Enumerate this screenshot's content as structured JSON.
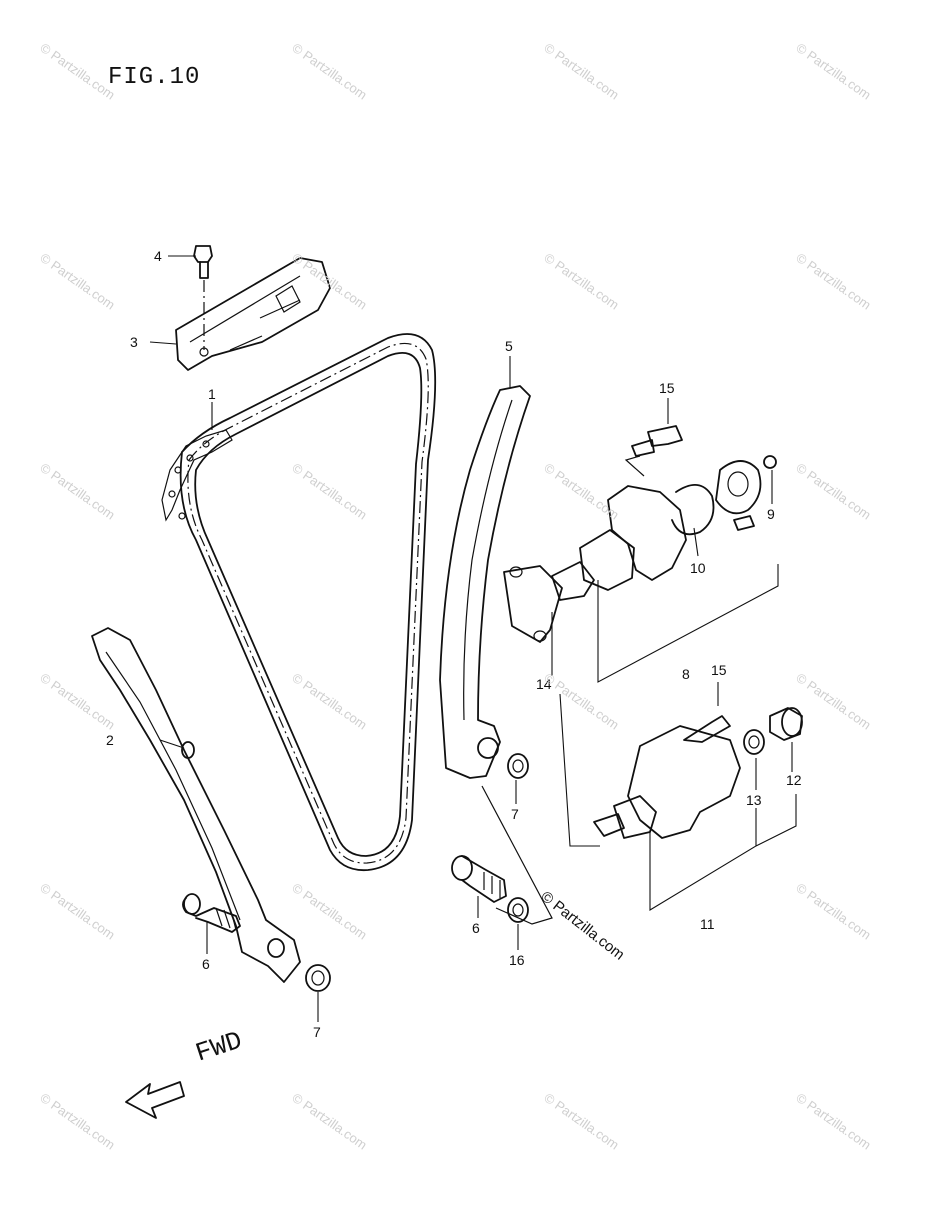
{
  "figure": {
    "title": "FIG.10"
  },
  "callouts": [
    {
      "id": "c4",
      "text": "4"
    },
    {
      "id": "c3",
      "text": "3"
    },
    {
      "id": "c1",
      "text": "1"
    },
    {
      "id": "c5",
      "text": "5"
    },
    {
      "id": "c15a",
      "text": "15"
    },
    {
      "id": "c9",
      "text": "9"
    },
    {
      "id": "c10",
      "text": "10"
    },
    {
      "id": "c8",
      "text": "8"
    },
    {
      "id": "c14",
      "text": "14"
    },
    {
      "id": "c15b",
      "text": "15"
    },
    {
      "id": "c2",
      "text": "2"
    },
    {
      "id": "c12",
      "text": "12"
    },
    {
      "id": "c13",
      "text": "13"
    },
    {
      "id": "c7a",
      "text": "7"
    },
    {
      "id": "c11",
      "text": "11"
    },
    {
      "id": "c6a",
      "text": "6"
    },
    {
      "id": "c16",
      "text": "16"
    },
    {
      "id": "c6b",
      "text": "6"
    },
    {
      "id": "c7b",
      "text": "7"
    }
  ],
  "direction_label": "FWD",
  "copyright": "© Partzilla.com",
  "watermark": "© Partzilla.com"
}
